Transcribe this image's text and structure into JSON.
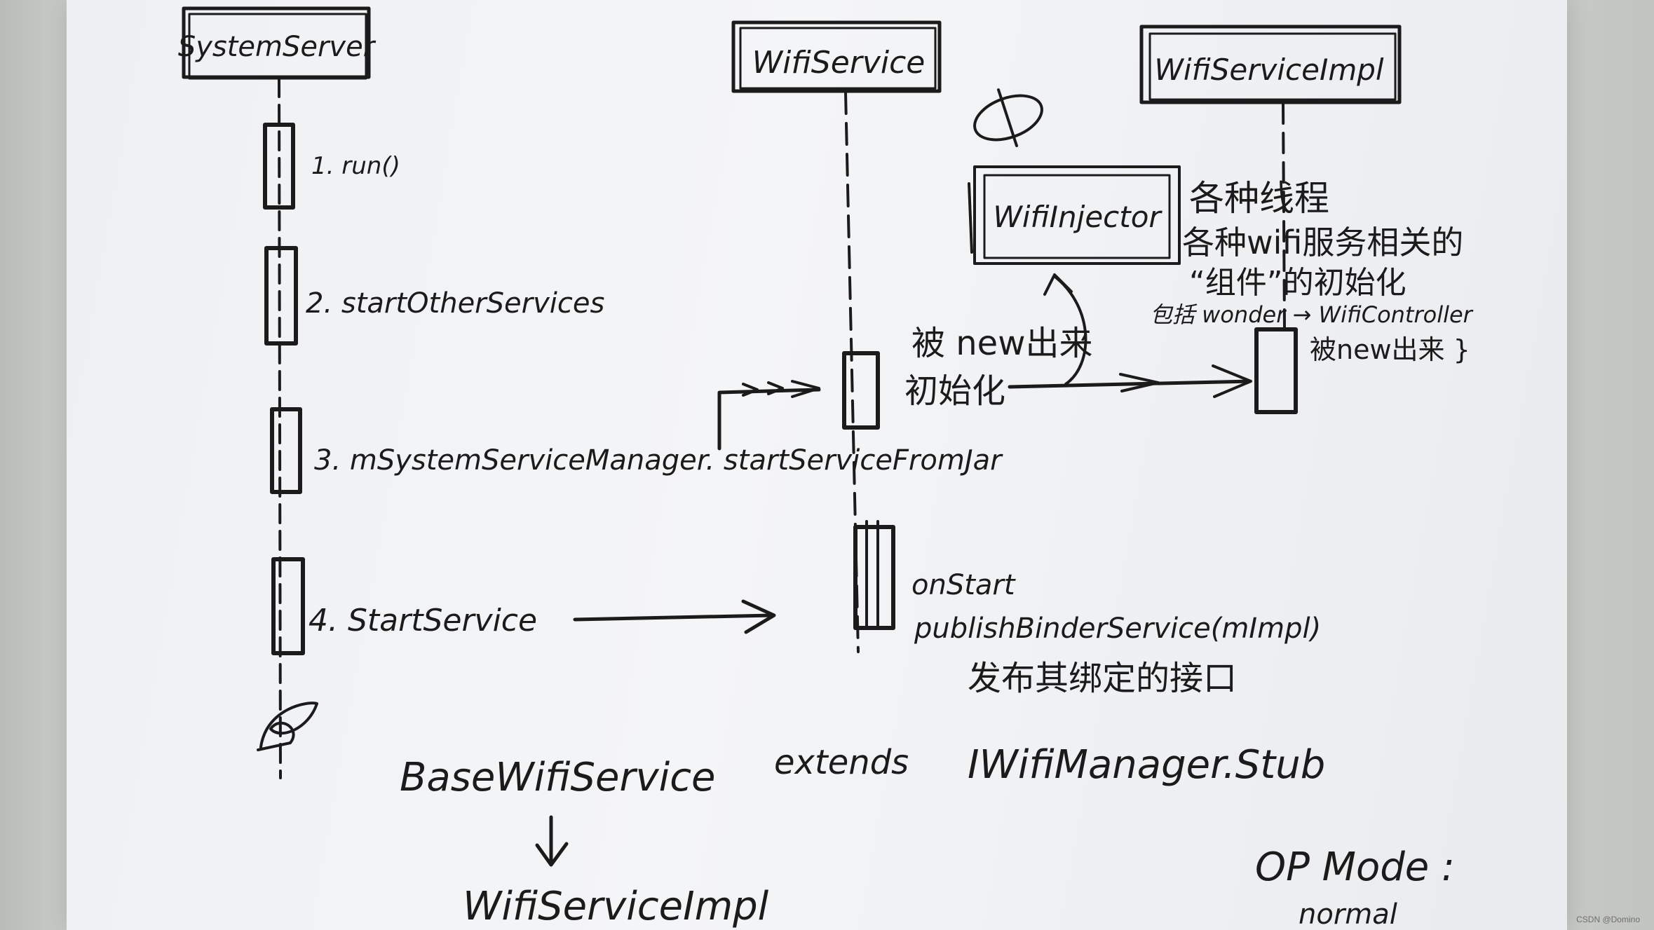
{
  "lifelines": [
    {
      "id": "system-server",
      "label": "SystemServer"
    },
    {
      "id": "wifi-service",
      "label": "WifiService"
    },
    {
      "id": "wifi-service-impl",
      "label": "WifiServiceImpl"
    }
  ],
  "steps": {
    "run": "1. run()",
    "start_other_services": "2. startOtherServices",
    "start_service_from_jar": "3. mSystemServiceManager. startServiceFromJar",
    "start_service": "4. StartService"
  },
  "wifi_service": {
    "on_start": "onStart",
    "publish_binder": "publishBinderService(mImpl)",
    "publish_note": "发布其绑定的接口",
    "init_label": "初始化",
    "new_label": "被 new出来"
  },
  "wifi_injector": {
    "label": "WifiInjector",
    "note_line1": "各种线程",
    "note_line2": "各种wifi服务相关的",
    "note_line3": "“组件”的初始化",
    "note_line4": "包括 wonder → WifiController",
    "note_line5": "被new出来 }"
  },
  "inheritance": {
    "base": "BaseWifiService",
    "extends": "extends",
    "interface": "IWifiManager.Stub",
    "derived": "WifiServiceImpl"
  },
  "op_mode": {
    "title": "OP Mode :",
    "value": "normal"
  },
  "watermark": "CSDN @Domino"
}
